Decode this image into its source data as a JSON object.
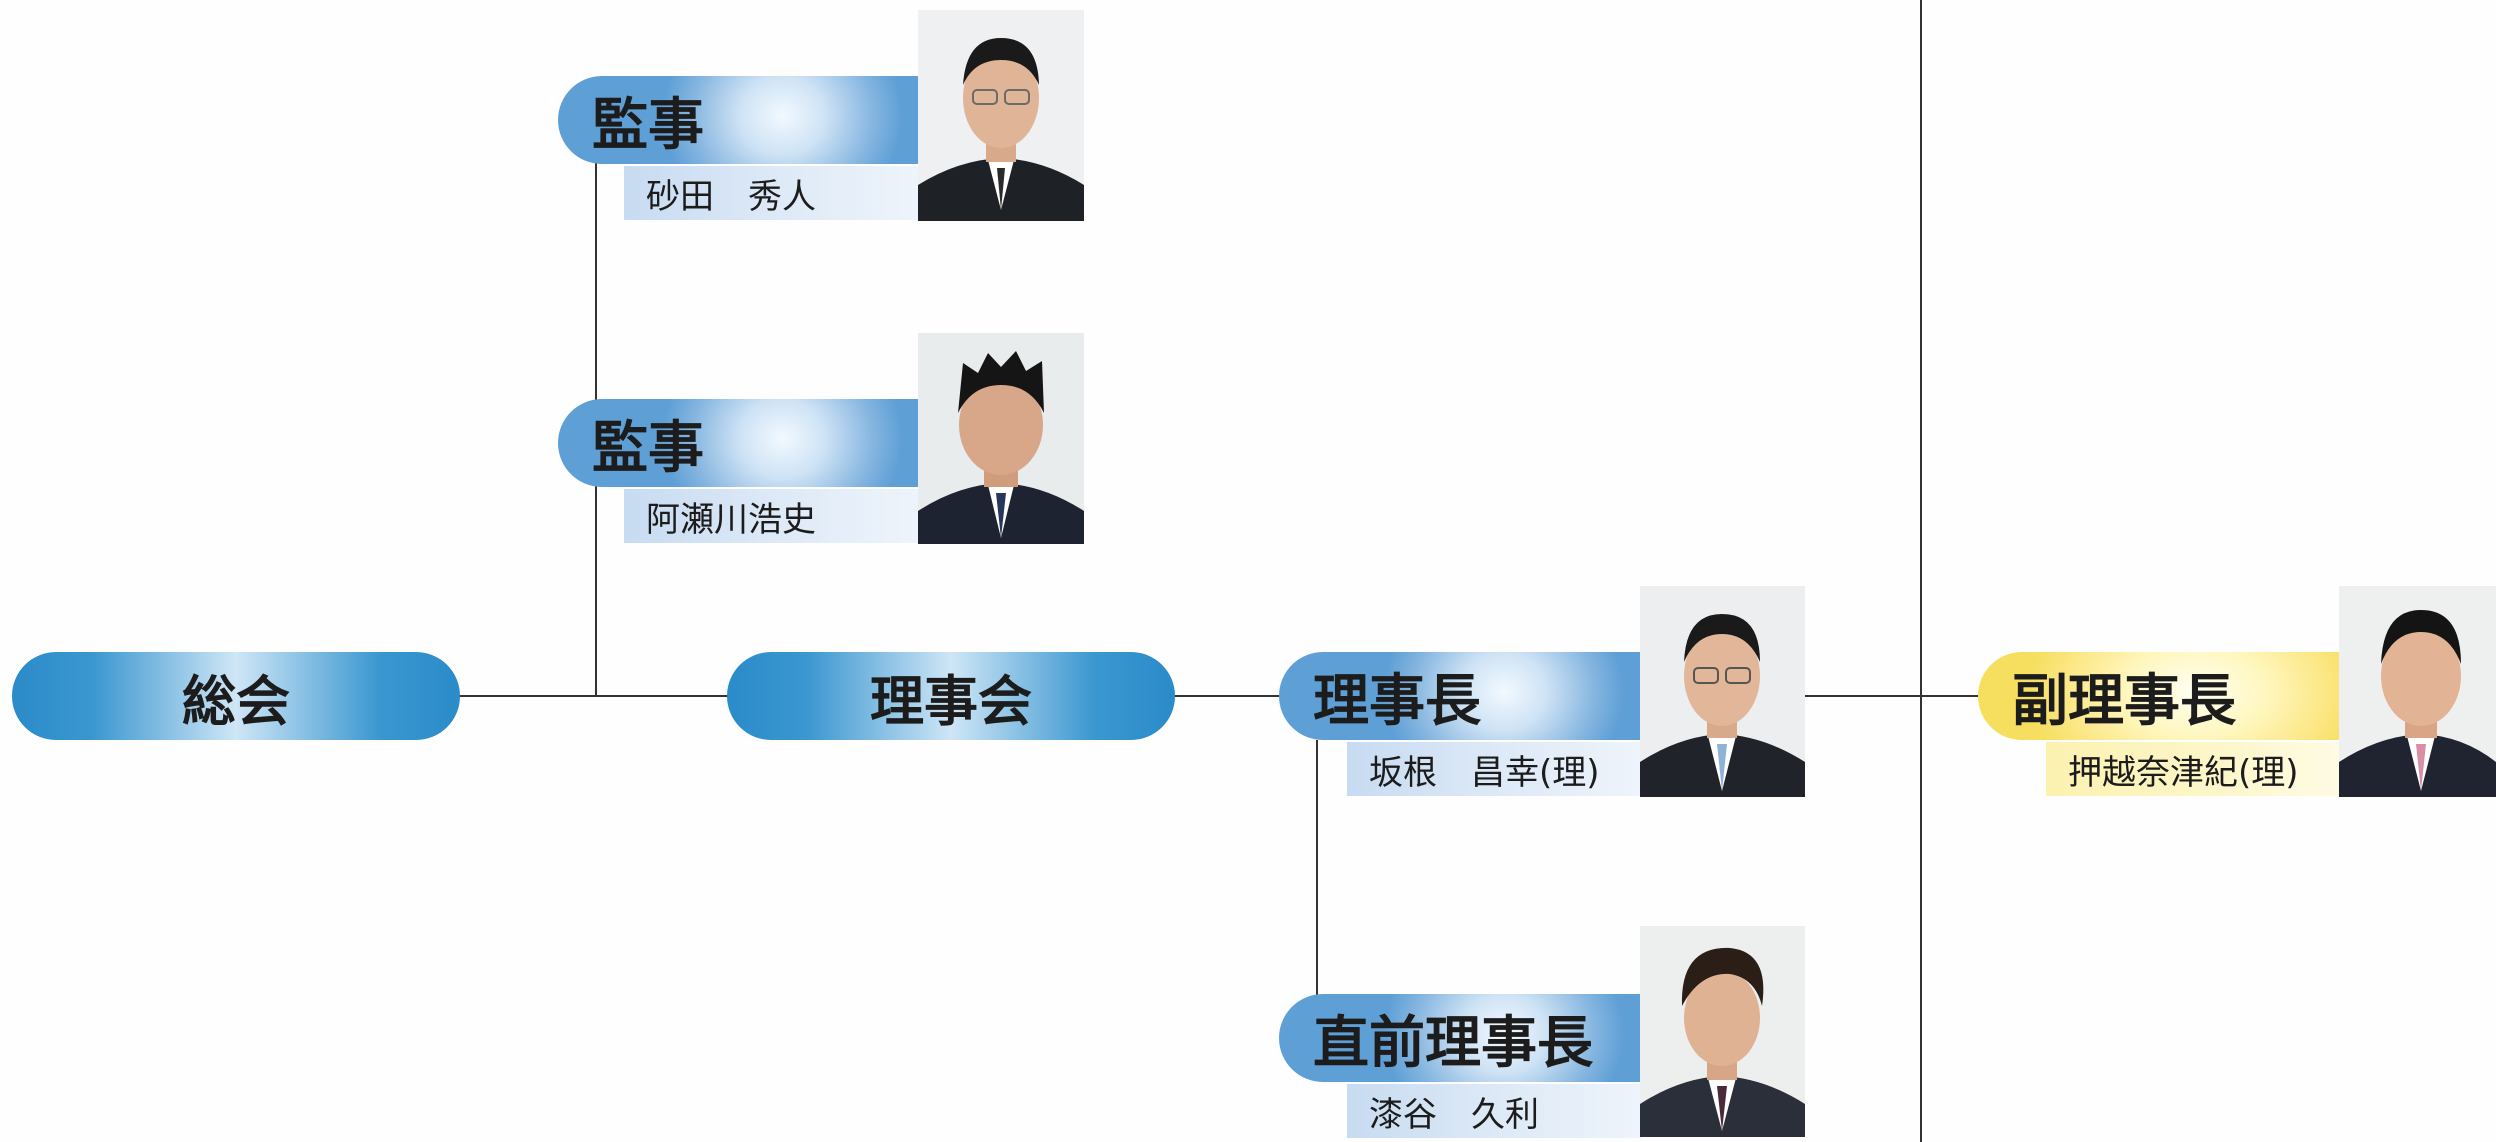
{
  "nodes": {
    "sokai": "総会",
    "rijikai": "理事会"
  },
  "positions": {
    "kanji_1": {
      "title": "監事",
      "name": "砂田　秀人"
    },
    "kanji_2": {
      "title": "監事",
      "name": "阿瀬川浩史"
    },
    "rijicho": {
      "title": "理事長",
      "name": "坂根　昌幸(理)"
    },
    "chokuzen": {
      "title": "直前理事長",
      "name": "漆谷　久利"
    },
    "fukurijicho": {
      "title": "副理事長",
      "name": "押越奈津紀(理)"
    }
  },
  "colors": {
    "pill": "#2a8bc9",
    "role_blue": "#86b6e0",
    "role_yellow": "#fbe680",
    "connector": "#333333"
  },
  "icons": [
    "person-photo"
  ]
}
